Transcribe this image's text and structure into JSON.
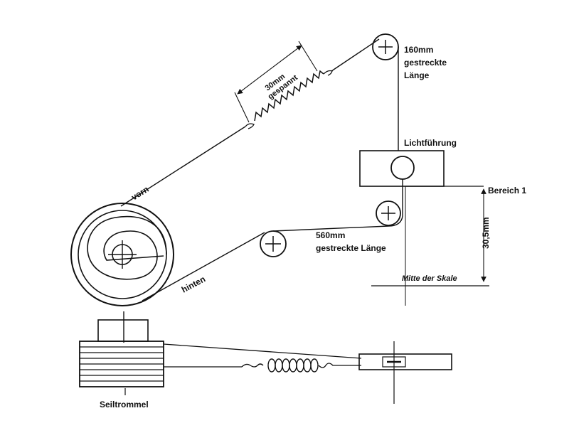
{
  "labels": {
    "spring_top_1": "30mm",
    "spring_top_2": "gespannt",
    "pulley_top_1": "160mm",
    "pulley_top_2": "gestreckte",
    "pulley_top_3": "Länge",
    "light_guide": "Lichtführung",
    "range": "Bereich 1",
    "distance": "30,5mm",
    "mid_length_1": "560mm",
    "mid_length_2": "gestreckte Länge",
    "scale_center": "Mitte der Skale",
    "front": "vorn",
    "back": "hinten",
    "drum": "Seiltrommel"
  }
}
